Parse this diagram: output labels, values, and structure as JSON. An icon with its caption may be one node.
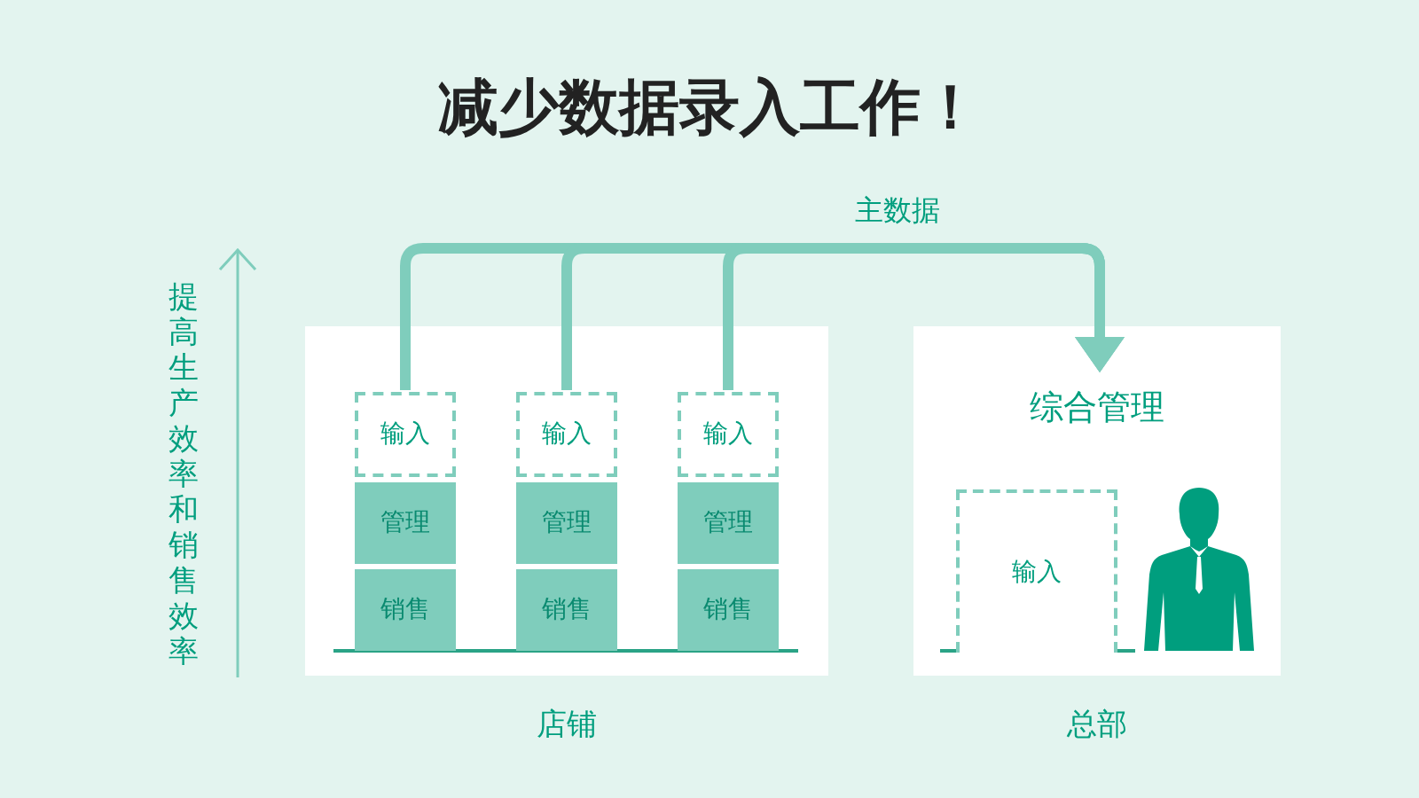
{
  "diagram": {
    "title": "减少数据录入工作！",
    "nodes": [
      {
        "text": [
          "店铺"
        ]
      },
      {
        "text": [
          "输入"
        ],
        "in": 0
      },
      {
        "text": [
          "管理"
        ],
        "in": 0
      },
      {
        "text": [
          "销售"
        ],
        "in": 0
      },
      {
        "text": [
          "输入"
        ],
        "in": 0
      },
      {
        "text": [
          "管理"
        ],
        "in": 0
      },
      {
        "text": [
          "销售"
        ],
        "in": 0
      },
      {
        "text": [
          "输入"
        ],
        "in": 0
      },
      {
        "text": [
          "管理"
        ],
        "in": 0
      },
      {
        "text": [
          "销售"
        ],
        "in": 0
      },
      {
        "text": [
          "综合管理",
          "总部"
        ]
      },
      {
        "text": [
          "输入"
        ],
        "in": 10
      },
      {
        "text": [],
        "shape": "person",
        "in": 10
      }
    ],
    "edges": [
      {
        "from": 1,
        "to": 10,
        "arrow": "to"
      },
      {
        "from": 4,
        "to": 10,
        "arrow": "to"
      },
      {
        "from": 7,
        "to": 10,
        "arrow": "to",
        "label": "主数据"
      }
    ],
    "labels": [
      "提高生产效率和销售效率"
    ]
  }
}
